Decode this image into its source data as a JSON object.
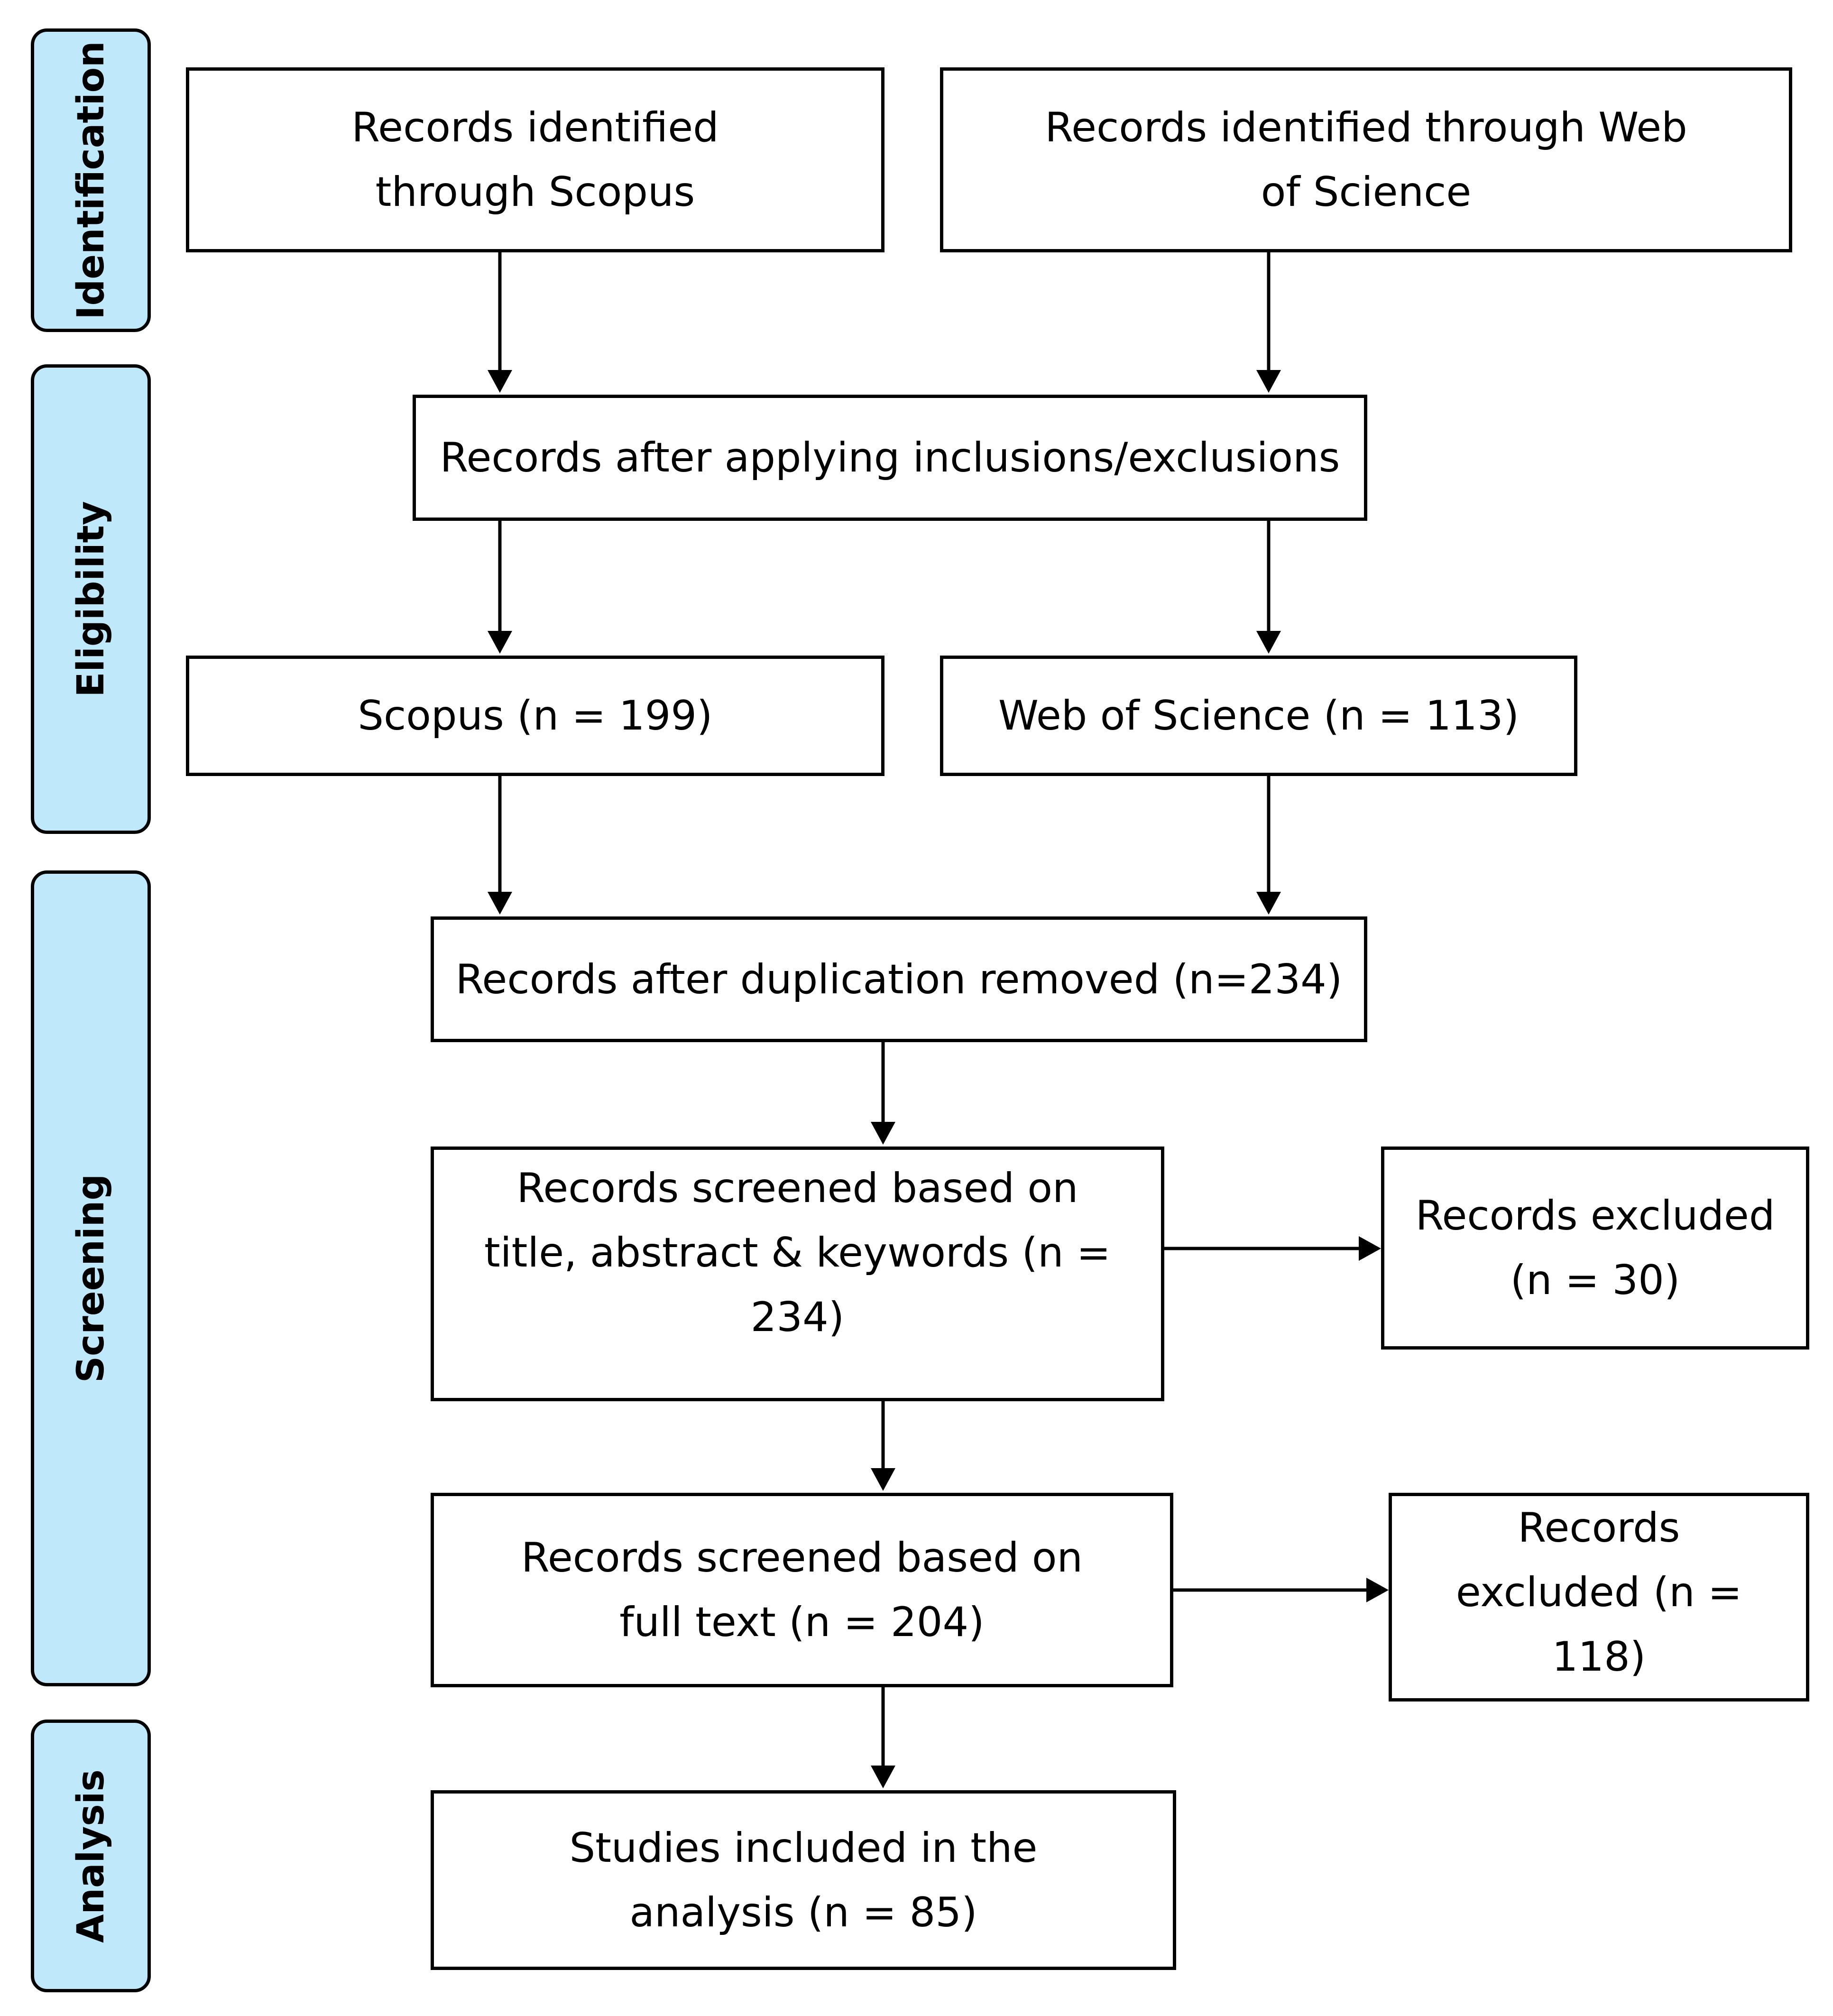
{
  "stages": {
    "identification": "Identification",
    "eligibility": "Eligibility",
    "screening": "Screening",
    "analysis": "Analysis"
  },
  "boxes": {
    "scopus_identified": "Records identified through Scopus",
    "wos_identified": "Records identified through Web of Science",
    "after_inclusions": "Records after applying inclusions/exclusions",
    "scopus_count": "Scopus (n = 199)",
    "wos_count": "Web of Science (n = 113)",
    "after_duplication": "Records after duplication removed (n=234)",
    "screened_title": "Records screened based on title, abstract & keywords (n = 234)",
    "excluded_title": "Records excluded (n = 30)",
    "screened_fulltext": "Records screened based on full text (n = 204)",
    "excluded_fulltext": "Records excluded (n = 118)",
    "included_analysis": "Studies included in the analysis (n = 85)"
  },
  "colors": {
    "stage_fill": "#bfe8fb",
    "line": "#000000"
  }
}
